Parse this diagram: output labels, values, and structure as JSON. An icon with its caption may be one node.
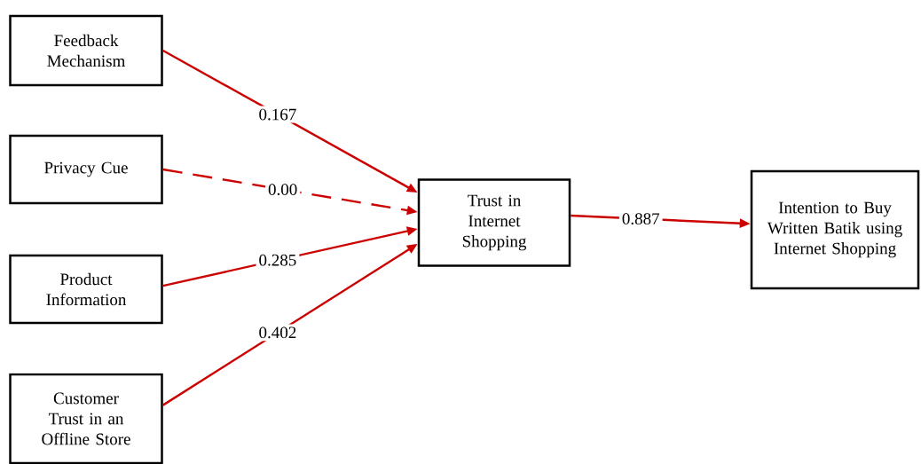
{
  "diagram": {
    "nodes": [
      {
        "text": [
          "Feedback Mechanism"
        ]
      },
      {
        "text": [
          "Privacy Cue"
        ]
      },
      {
        "text": [
          "Product Information"
        ]
      },
      {
        "text": [
          "Customer Trust in an Offline Store"
        ]
      },
      {
        "text": [
          "Trust in Internet Shopping"
        ]
      },
      {
        "text": [
          "Intention to Buy Written Batik using Internet Shopping"
        ]
      }
    ],
    "edges": [
      {
        "from": 0,
        "to": 4,
        "arrow": "to",
        "label": "0.167"
      },
      {
        "from": 1,
        "to": 4,
        "arrow": "to",
        "label": "0.00",
        "style": "dashed"
      },
      {
        "from": 2,
        "to": 4,
        "arrow": "to",
        "label": "0.285"
      },
      {
        "from": 3,
        "to": 4,
        "arrow": "to",
        "label": "0.402"
      },
      {
        "from": 4,
        "to": 5,
        "arrow": "to",
        "label": "0.887"
      }
    ]
  }
}
